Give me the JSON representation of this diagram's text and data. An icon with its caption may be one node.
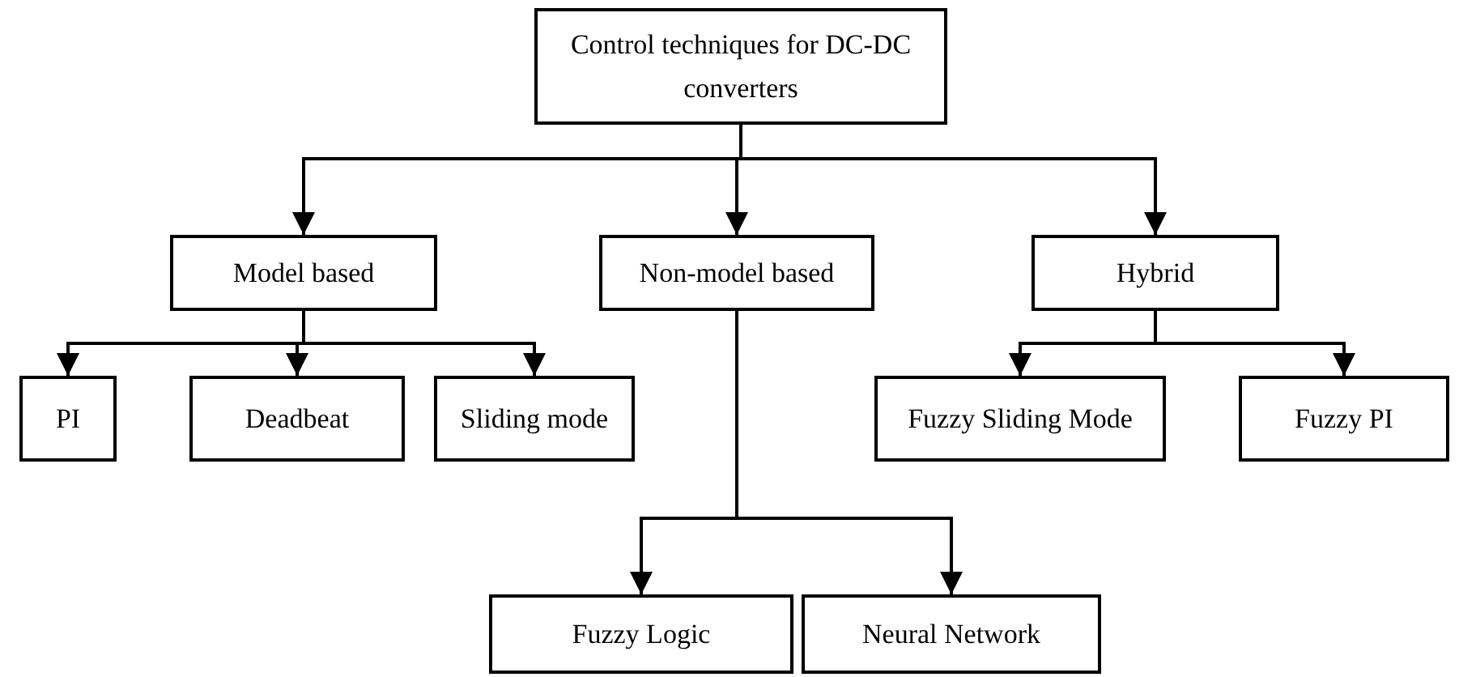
{
  "diagram": {
    "nodes": [
      {
        "text": [
          "Control techniques for DC-DC converters"
        ]
      },
      {
        "text": [
          "Model based"
        ]
      },
      {
        "text": [
          "Non-model based"
        ]
      },
      {
        "text": [
          "Hybrid"
        ]
      },
      {
        "text": [
          "PI"
        ]
      },
      {
        "text": [
          "Deadbeat"
        ]
      },
      {
        "text": [
          "Sliding mode"
        ]
      },
      {
        "text": [
          "Fuzzy Sliding Mode"
        ]
      },
      {
        "text": [
          "Fuzzy PI"
        ]
      },
      {
        "text": [
          "Fuzzy Logic"
        ]
      },
      {
        "text": [
          "Neural Network"
        ]
      }
    ],
    "edges": [
      {
        "from": 0,
        "to": 1,
        "arrow": "to"
      },
      {
        "from": 0,
        "to": 2,
        "arrow": "to"
      },
      {
        "from": 0,
        "to": 3,
        "arrow": "to"
      },
      {
        "from": 1,
        "to": 4,
        "arrow": "to"
      },
      {
        "from": 1,
        "to": 5,
        "arrow": "to"
      },
      {
        "from": 1,
        "to": 6,
        "arrow": "to"
      },
      {
        "from": 3,
        "to": 7,
        "arrow": "to"
      },
      {
        "from": 3,
        "to": 8,
        "arrow": "to"
      },
      {
        "from": 2,
        "to": 9,
        "arrow": "to"
      },
      {
        "from": 2,
        "to": 10,
        "arrow": "to"
      }
    ]
  }
}
